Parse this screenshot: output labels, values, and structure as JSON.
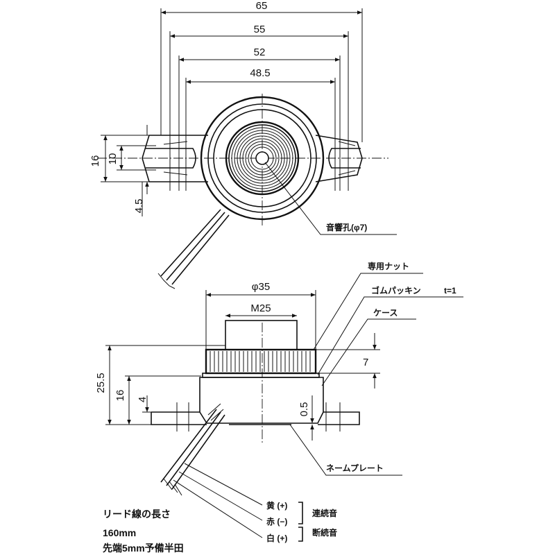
{
  "top_view": {
    "dim_65": "65",
    "dim_55": "55",
    "dim_52": "52",
    "dim_48_5": "48.5",
    "dim_16": "16",
    "dim_10": "10",
    "dim_4_5": "4.5",
    "sound_hole_label": "音響孔(φ7)"
  },
  "side_view": {
    "dim_phi35": "φ35",
    "dim_m25": "M25",
    "dim_25_5": "25.5",
    "dim_16": "16",
    "dim_4": "4",
    "dim_7": "7",
    "dim_0_5": "0.5",
    "label_nut": "専用ナット",
    "label_gasket": "ゴムパッキン",
    "label_gasket_t": "t=1",
    "label_case": "ケース",
    "label_nameplate": "ネームプレート"
  },
  "leads": {
    "note_title": "リード線の長さ",
    "note_length": "160mm",
    "note_tip": "先端5mm予備半田",
    "wire_yellow": "黄 (+)",
    "wire_red": "赤 (−)",
    "wire_white": "白 (+)",
    "group_continuous": "連続音",
    "group_intermittent": "断続音"
  }
}
